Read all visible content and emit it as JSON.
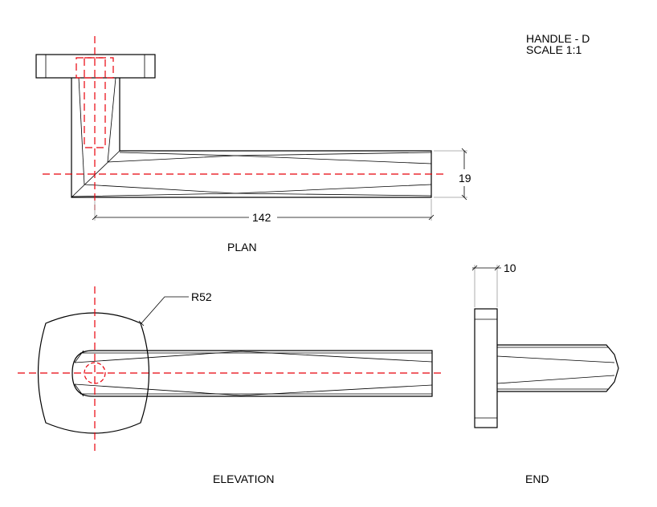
{
  "title": {
    "name": "HANDLE - D",
    "scale": "SCALE 1:1"
  },
  "views": {
    "plan": "PLAN",
    "elevation": "ELEVATION",
    "end": "END"
  },
  "dimensions": {
    "length": "142",
    "width": "19",
    "radius": "R52",
    "rose_thickness": "10"
  },
  "colors": {
    "outline": "#000000",
    "centerline": "#e8000b"
  }
}
